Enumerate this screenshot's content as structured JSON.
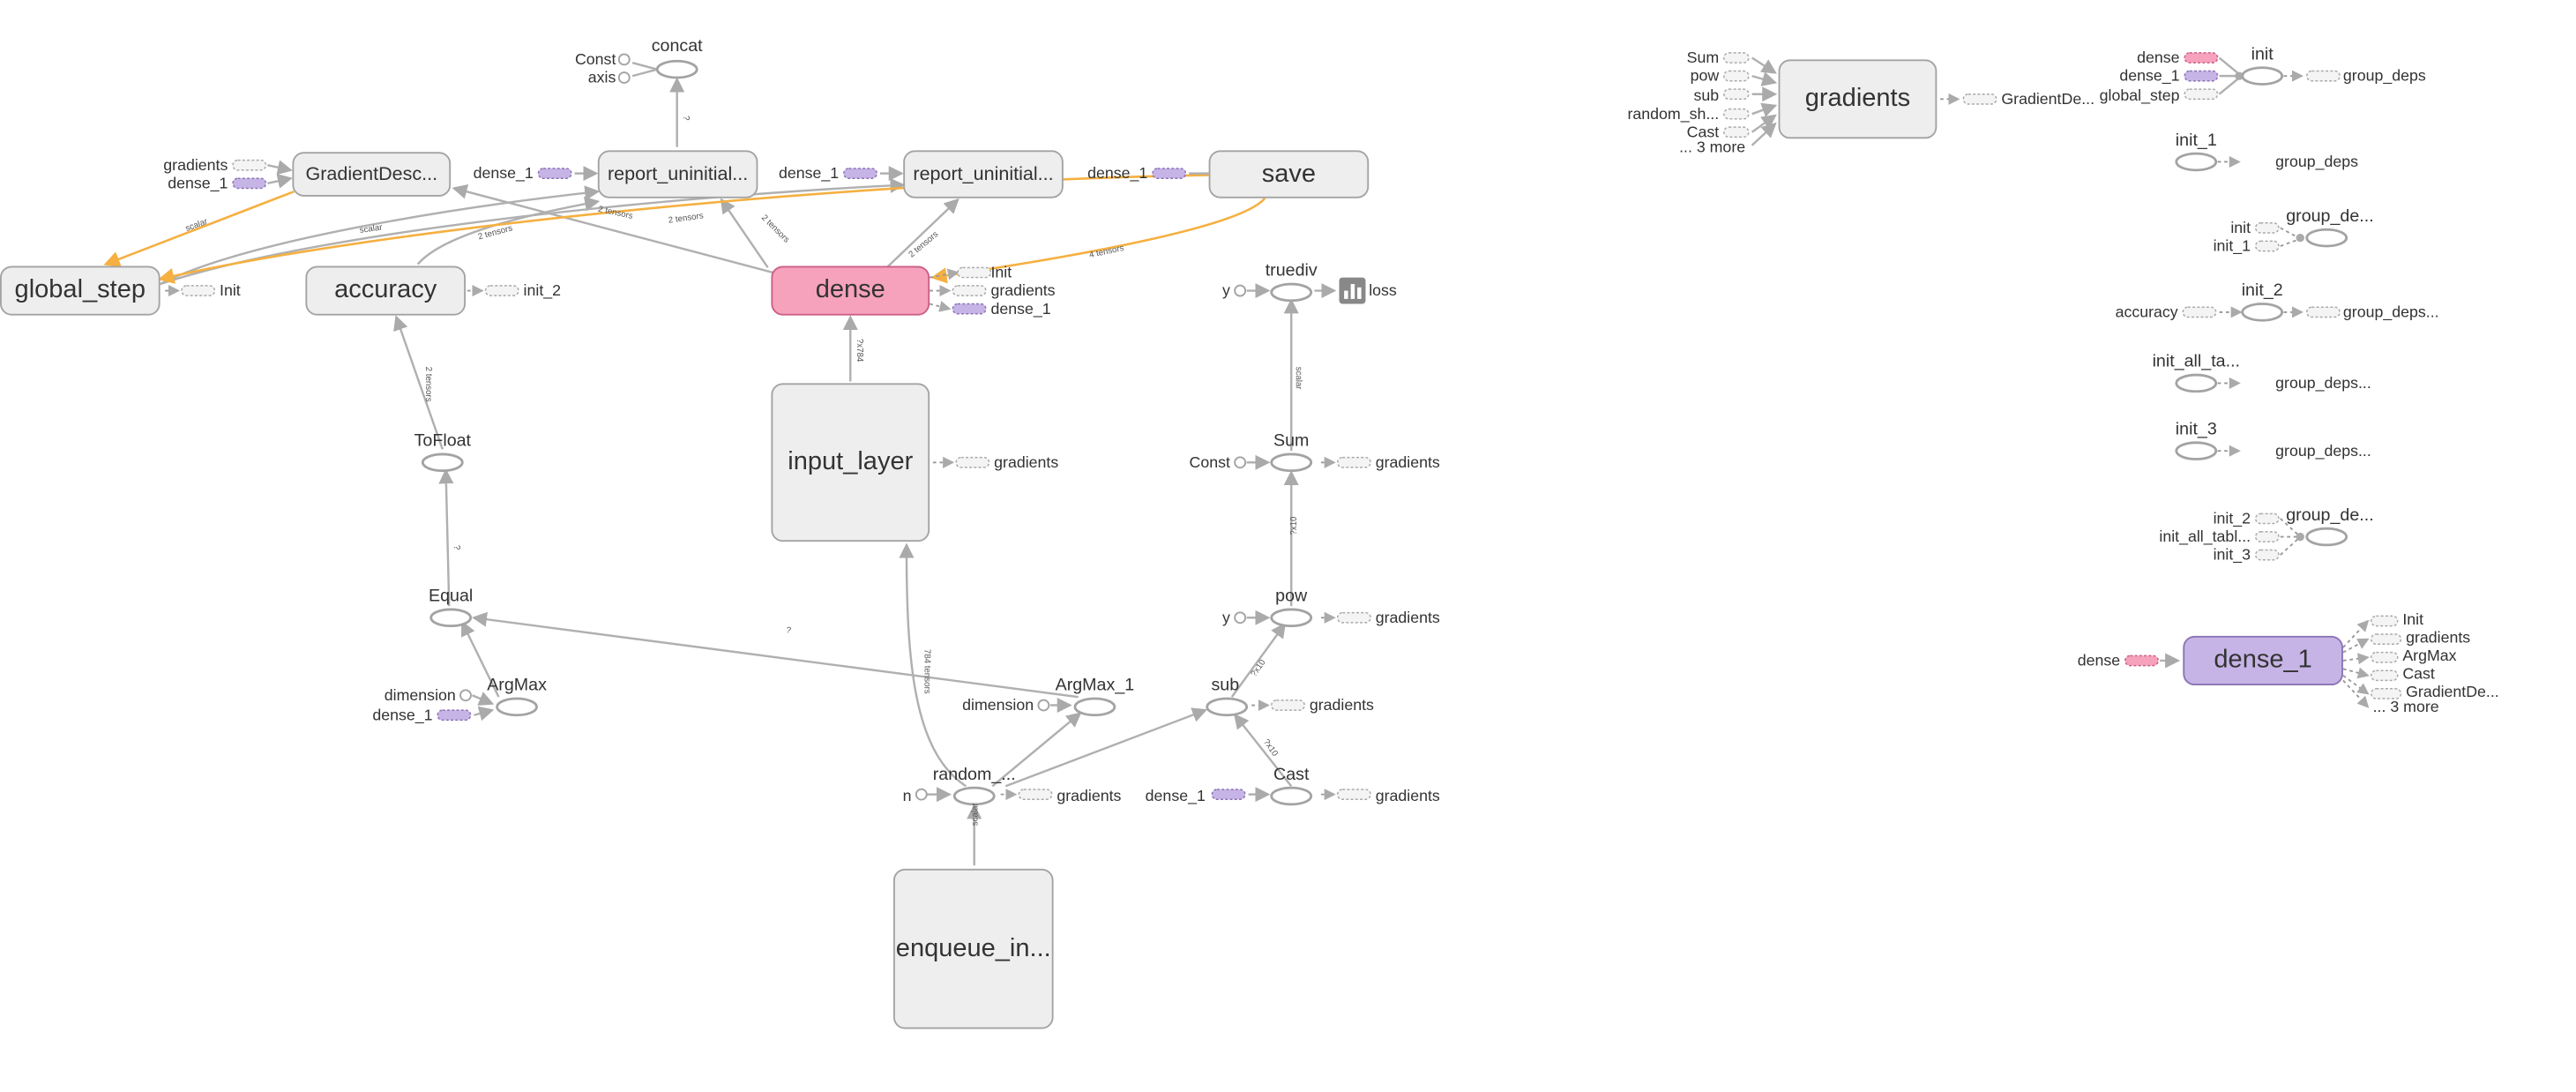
{
  "main": {
    "global_step": "global_step",
    "accuracy": "accuracy",
    "gradient_descent": "GradientDesc...",
    "report_1": "report_uninitial...",
    "report_2": "report_uninitial...",
    "save": "save",
    "dense": "dense",
    "input_layer": "input_layer",
    "enqueue": "enqueue_in...",
    "concat": "concat",
    "tofloat": "ToFloat",
    "equal": "Equal",
    "argmax": "ArgMax",
    "argmax_1": "ArgMax_1",
    "random": "random_...",
    "truediv": "truediv",
    "sum": "Sum",
    "pow": "pow",
    "sub": "sub",
    "cast": "Cast"
  },
  "inputs": {
    "const": "Const",
    "axis": "axis",
    "gradients": "gradients",
    "dense_1": "dense_1",
    "y": "y",
    "dimension": "dimension",
    "n": "n",
    "init": "Init",
    "init_2": "init_2",
    "loss": "loss"
  },
  "edge_labels": {
    "scalar": "scalar",
    "two_tensors": "2 tensors",
    "four_tensors": "4 tensors",
    "shape_1x784": "?x784",
    "shape_784_tensors": "784 tensors",
    "shape_x10": "?x10",
    "shape_q": "?"
  },
  "aux": {
    "gradients": "gradients",
    "gradient_de": "GradientDe...",
    "sum": "Sum",
    "pow": "pow",
    "sub": "sub",
    "random_sh": "random_sh...",
    "cast": "Cast",
    "three_more": "... 3 more",
    "init": "init",
    "init_1": "init_1",
    "init_2": "init_2",
    "init_3": "init_3",
    "init_all_ta": "init_all_ta...",
    "init_all_tabl": "init_all_tabl...",
    "group_deps": "group_deps",
    "group_deps_dots": "group_deps...",
    "group_de": "group_de...",
    "dense": "dense",
    "dense_1": "dense_1",
    "global_step": "global_step",
    "accuracy": "accuracy",
    "init_lower": "init",
    "init_upper": "Init",
    "gradients_lbl": "gradients",
    "argmax": "ArgMax",
    "cast_lbl": "Cast",
    "gradient_de_out": "GradientDe...",
    "more_3": "... 3 more"
  },
  "colors": {
    "node_fill": "#eeeeee",
    "node_border": "#a3a3a3",
    "dense_fill": "#f6a2bd",
    "dense_1_fill": "#c7b4e6",
    "edge": "#b0b0b0",
    "ref_edge": "#f5b041"
  }
}
